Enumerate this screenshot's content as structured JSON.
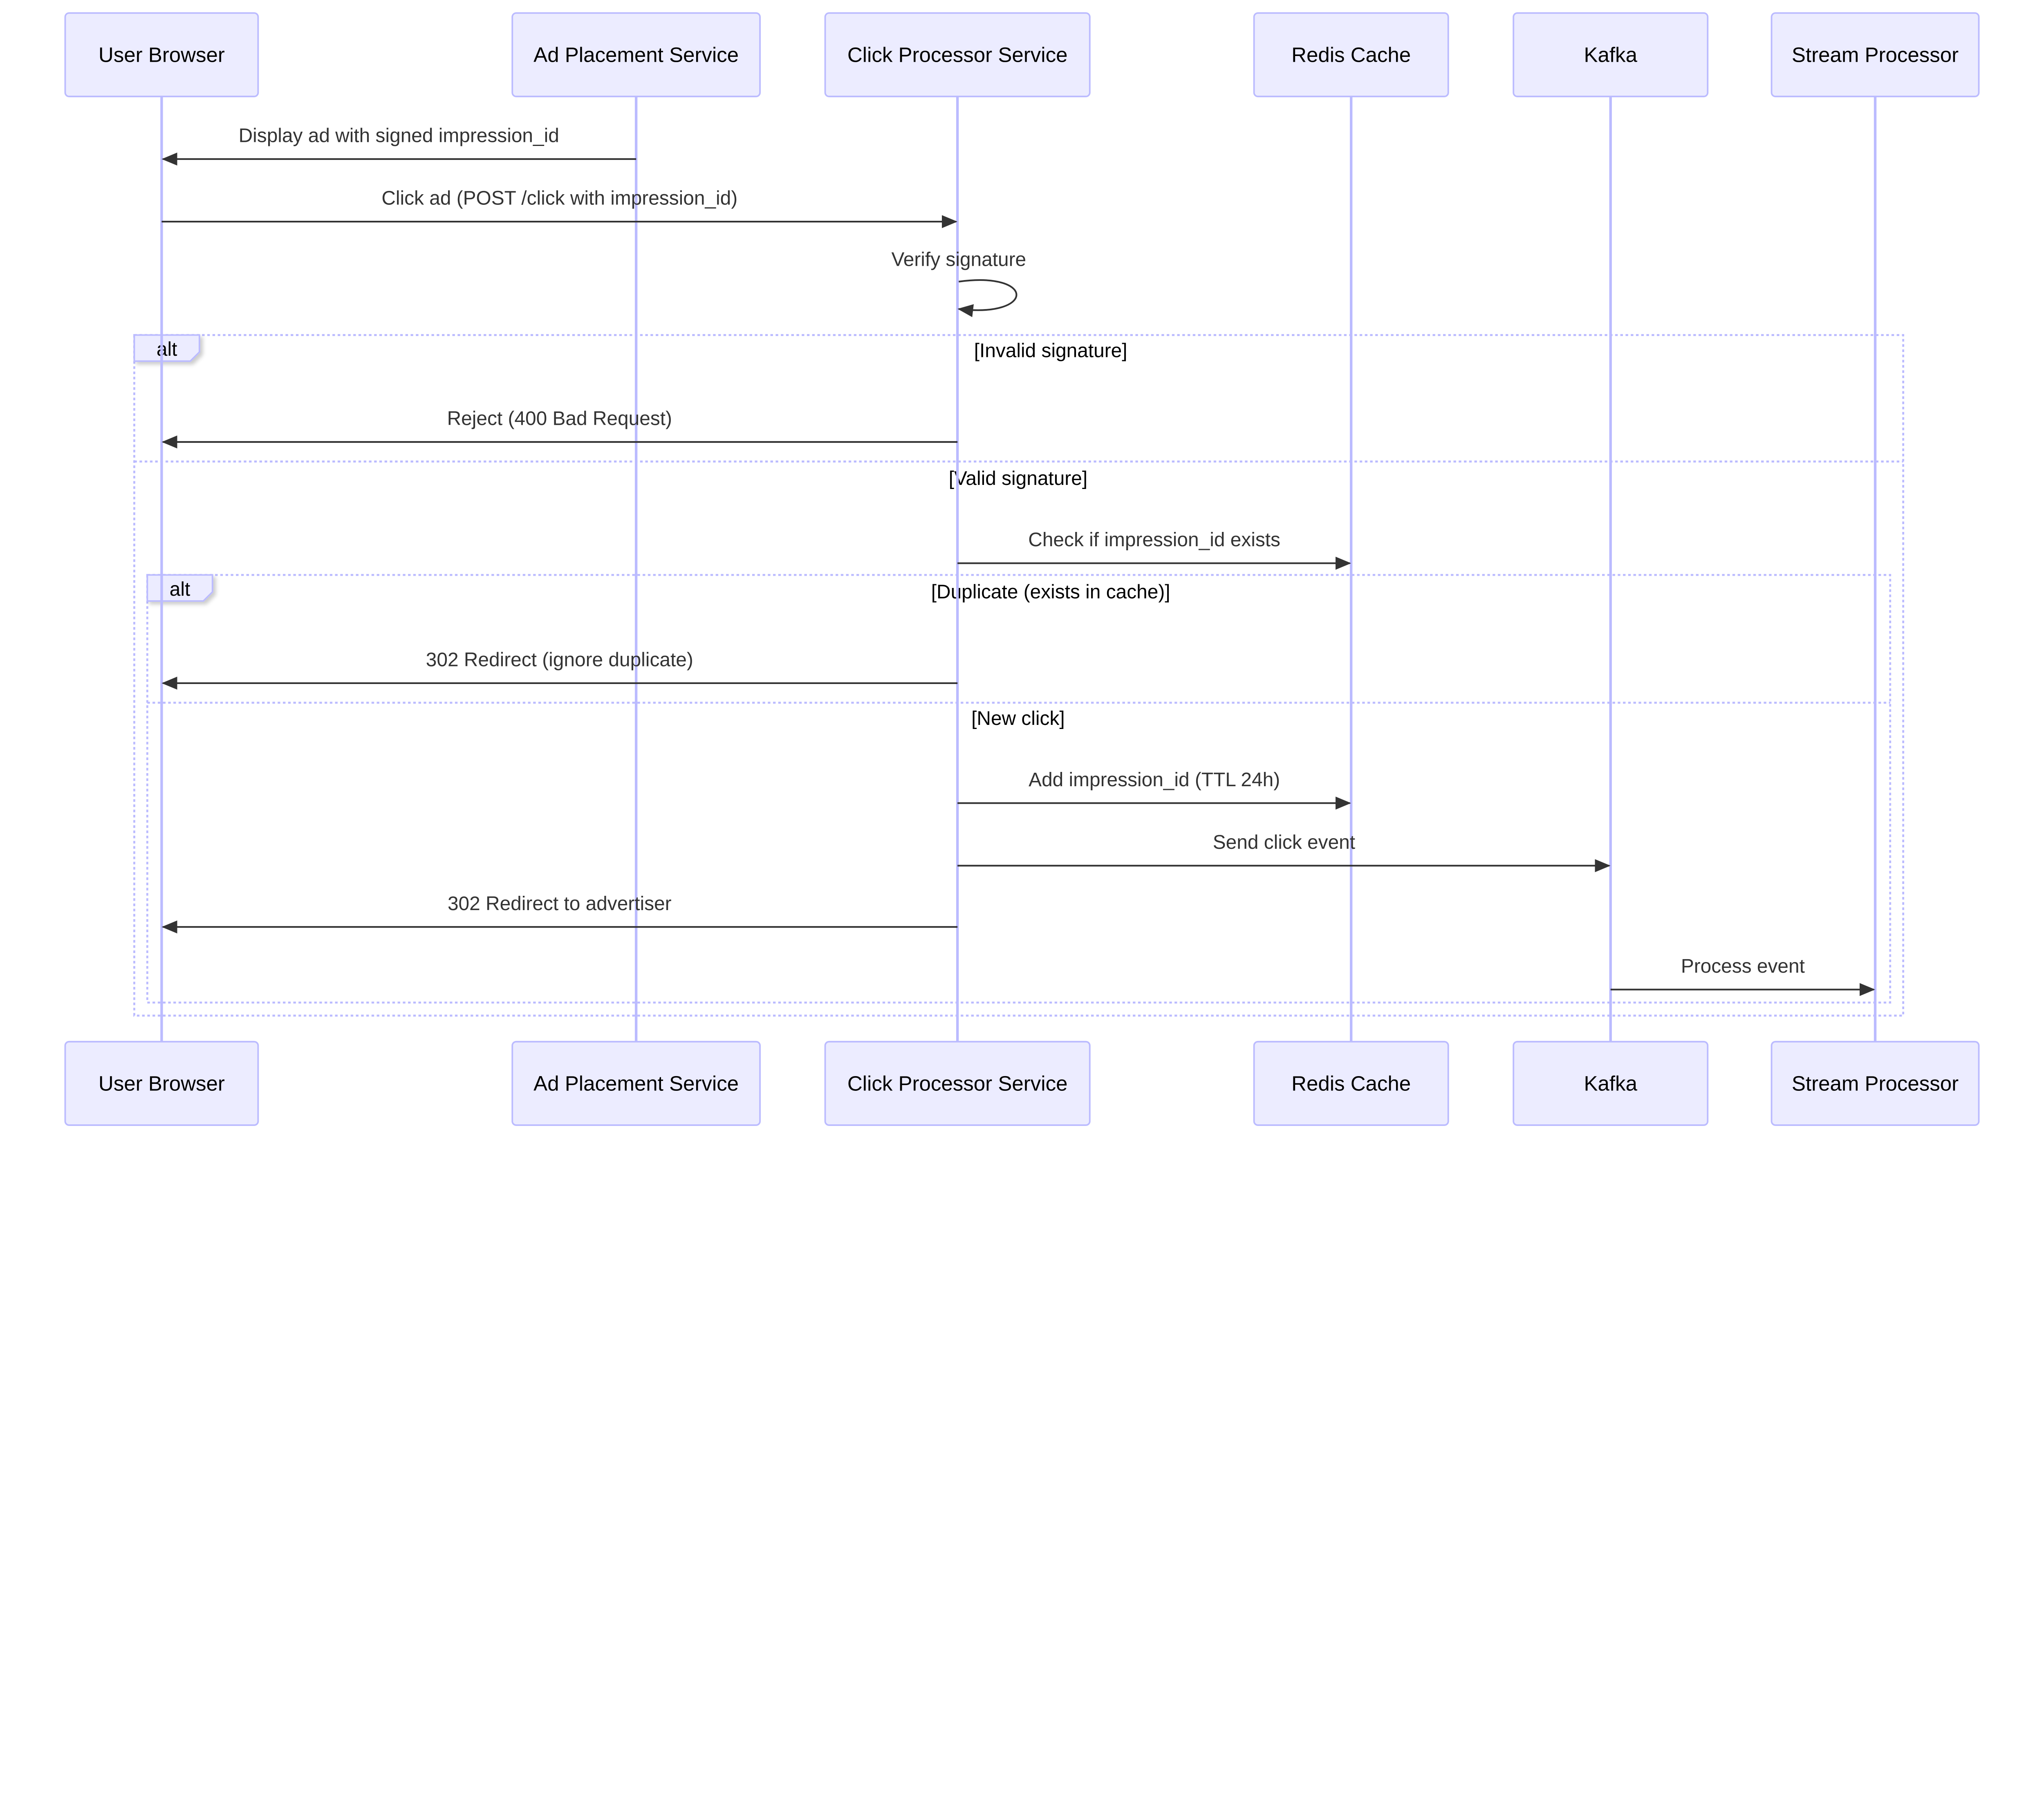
{
  "diagram": {
    "type": "sequence",
    "colors": {
      "actor_fill": "#ECECFF",
      "actor_border": "#BBBBFF",
      "lifeline": "#BBBBFF",
      "message": "#333333"
    },
    "participants": [
      {
        "id": "ub",
        "label": "User Browser"
      },
      {
        "id": "ap",
        "label": "Ad Placement Service"
      },
      {
        "id": "cp",
        "label": "Click Processor Service"
      },
      {
        "id": "rc",
        "label": "Redis Cache"
      },
      {
        "id": "k",
        "label": "Kafka"
      },
      {
        "id": "sp",
        "label": "Stream Processor"
      }
    ],
    "messages": [
      {
        "from": "ap",
        "to": "ub",
        "text": "Display ad with signed impression_id"
      },
      {
        "from": "ub",
        "to": "cp",
        "text": "Click ad (POST /click with impression_id)"
      },
      {
        "from": "cp",
        "to": "cp",
        "text": "Verify signature"
      },
      {
        "from": "cp",
        "to": "ub",
        "text": "Reject (400 Bad Request)"
      },
      {
        "from": "cp",
        "to": "rc",
        "text": "Check if impression_id exists"
      },
      {
        "from": "cp",
        "to": "ub",
        "text": "302 Redirect (ignore duplicate)"
      },
      {
        "from": "cp",
        "to": "rc",
        "text": "Add impression_id (TTL 24h)"
      },
      {
        "from": "cp",
        "to": "k",
        "text": "Send click event"
      },
      {
        "from": "cp",
        "to": "ub",
        "text": "302 Redirect to advertiser"
      },
      {
        "from": "k",
        "to": "sp",
        "text": "Process event"
      }
    ],
    "frames": [
      {
        "tag": "alt",
        "conditions": [
          "[Invalid signature]",
          "[Valid signature]"
        ]
      },
      {
        "tag": "alt",
        "conditions": [
          "[Duplicate (exists in cache)]",
          "[New click]"
        ]
      }
    ]
  }
}
